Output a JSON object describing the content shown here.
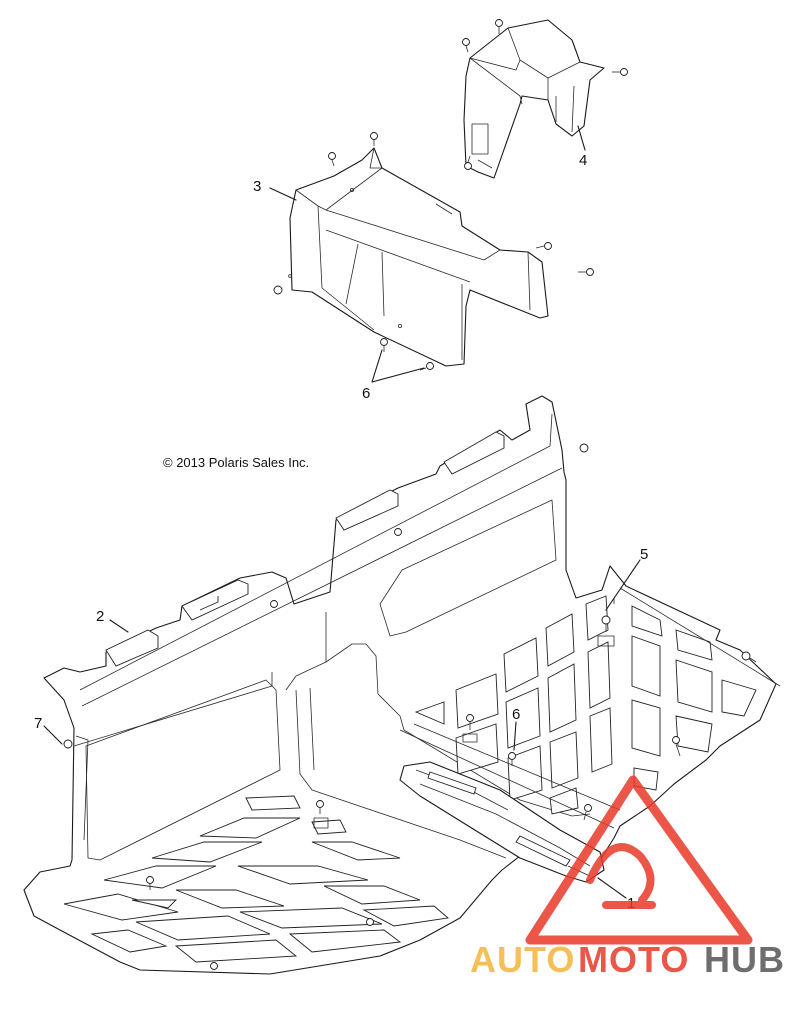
{
  "copyright": "© 2013 Polaris Sales Inc.",
  "callouts": {
    "c1": "1",
    "c2": "2",
    "c3": "3",
    "c4": "4",
    "c5": "5",
    "c6a": "6",
    "c6b": "6",
    "c7": "7"
  },
  "watermark": {
    "part1": "AUTO",
    "part2": "MOTO",
    "part3": "HUB",
    "color_primary": "#e8392a",
    "color_secondary": "#f4b43a",
    "color_dark": "#555555"
  }
}
